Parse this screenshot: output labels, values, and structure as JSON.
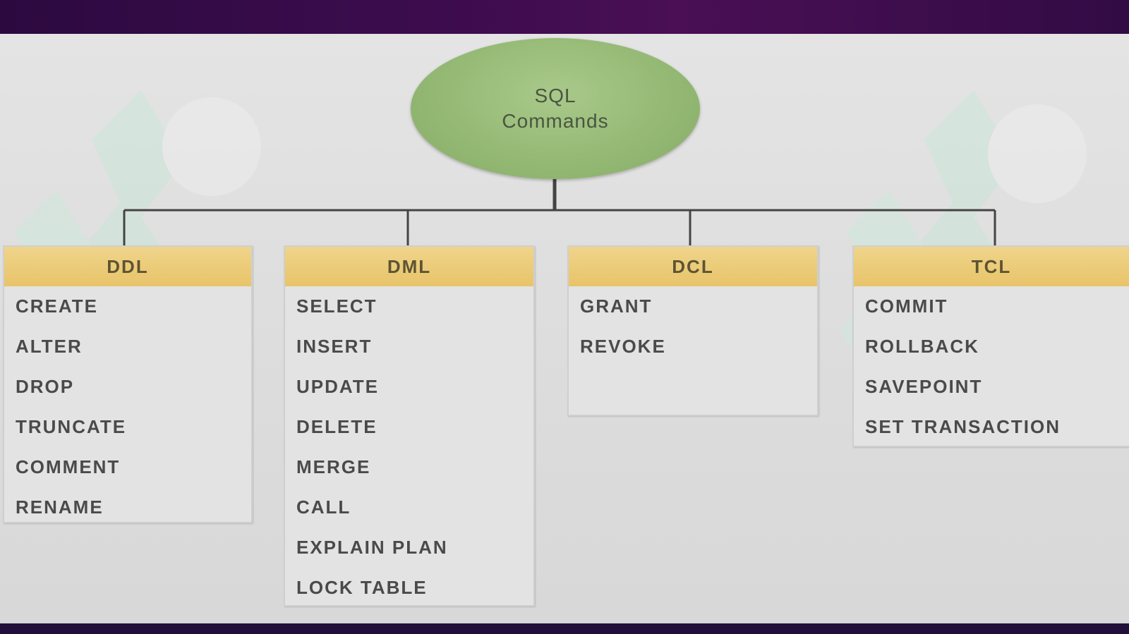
{
  "diagram": {
    "root": {
      "line1": "SQL",
      "line2": "Commands"
    },
    "categories": [
      {
        "name": "DDL",
        "commands": [
          "CREATE",
          "ALTER",
          "DROP",
          "TRUNCATE",
          "COMMENT",
          "RENAME"
        ]
      },
      {
        "name": "DML",
        "commands": [
          "SELECT",
          "INSERT",
          "UPDATE",
          "DELETE",
          "MERGE",
          "CALL",
          "EXPLAIN PLAN",
          "LOCK TABLE"
        ]
      },
      {
        "name": "DCL",
        "commands": [
          "GRANT",
          "REVOKE"
        ]
      },
      {
        "name": "TCL",
        "commands": [
          "COMMIT",
          "ROLLBACK",
          "SAVEPOINT",
          "SET TRANSACTION"
        ]
      }
    ]
  },
  "colors": {
    "frame_band": "#2c0a40",
    "root_fill": "#93b873",
    "header_fill": "#e8c46a",
    "box_fill": "#e3e3e3",
    "connector": "#444444"
  }
}
